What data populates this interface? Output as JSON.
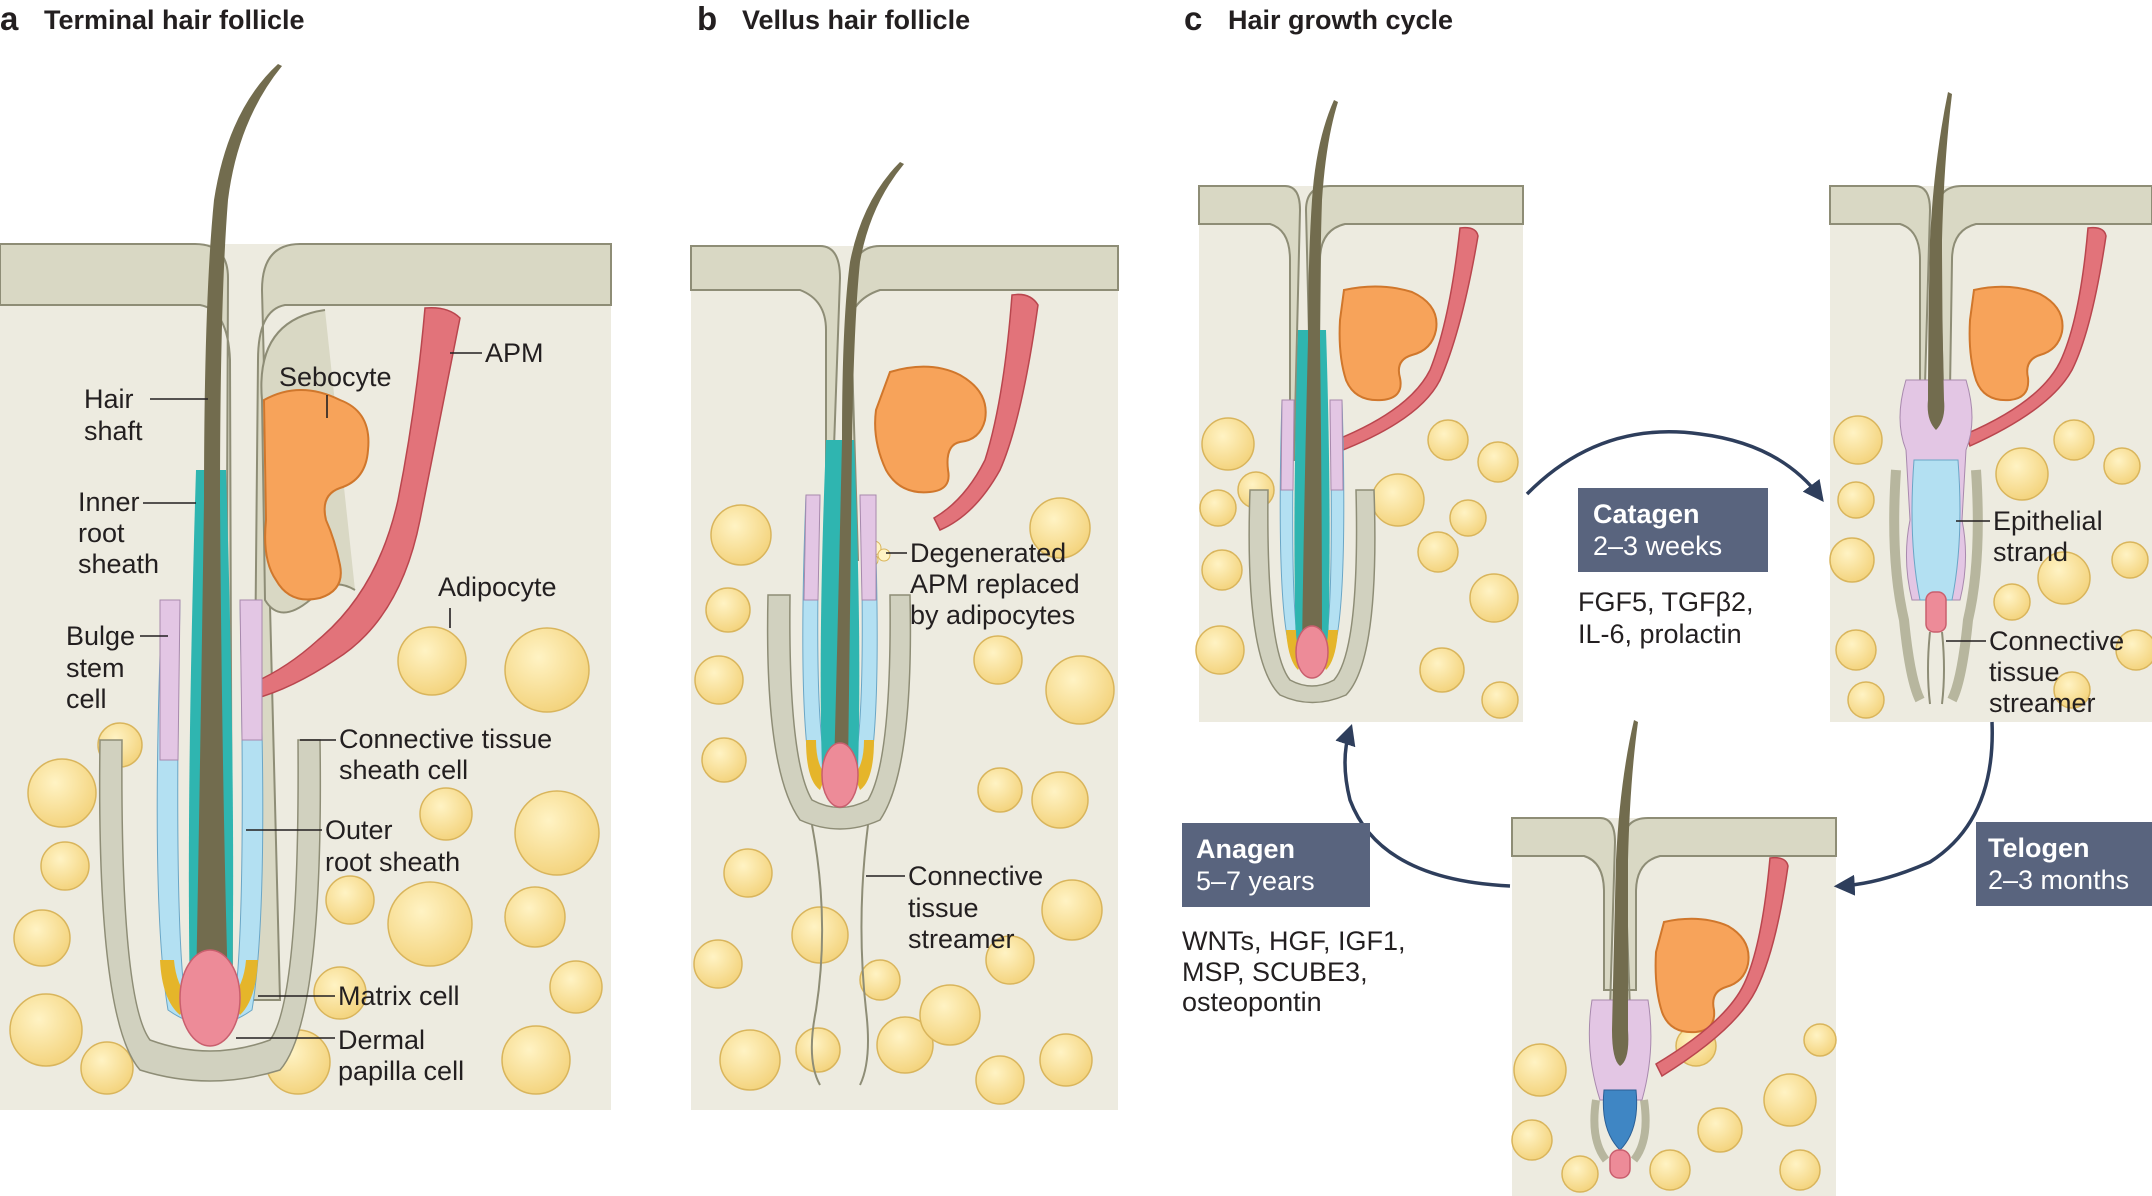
{
  "panels": {
    "a": {
      "letter": "a",
      "title": "Terminal hair follicle",
      "labels": {
        "hair_shaft": [
          "Hair",
          "shaft"
        ],
        "inner_root_sheath": [
          "Inner",
          "root",
          "sheath"
        ],
        "bulge_stem_cell": [
          "Bulge",
          "stem",
          "cell"
        ],
        "sebocyte": [
          "Sebocyte"
        ],
        "apm": [
          "APM"
        ],
        "adipocyte": [
          "Adipocyte"
        ],
        "connective_tissue_sheath_cell": [
          "Connective tissue",
          "sheath cell"
        ],
        "outer_root_sheath": [
          "Outer",
          "root sheath"
        ],
        "matrix_cell": [
          "Matrix cell"
        ],
        "dermal_papilla_cell": [
          "Dermal",
          "papilla cell"
        ]
      }
    },
    "b": {
      "letter": "b",
      "title": "Vellus hair follicle",
      "labels": {
        "degenerated_apm": [
          "Degenerated",
          "APM replaced",
          "by adipocytes"
        ],
        "connective_tissue_streamer": [
          "Connective",
          "tissue",
          "streamer"
        ]
      }
    },
    "c": {
      "letter": "c",
      "title": "Hair growth cycle",
      "labels": {
        "epithelial_strand": [
          "Epithelial",
          "strand"
        ],
        "connective_tissue_streamer": [
          "Connective",
          "tissue",
          "streamer"
        ]
      },
      "phases": {
        "catagen": {
          "name": "Catagen",
          "duration": "2–3 weeks",
          "factors": [
            "FGF5, TGFβ2,",
            "IL-6, prolactin"
          ]
        },
        "telogen": {
          "name": "Telogen",
          "duration": "2–3 months"
        },
        "anagen": {
          "name": "Anagen",
          "duration": "5–7 years",
          "factors": [
            "WNTs, HGF, IGF1,",
            "MSP, SCUBE3,",
            "osteopontin"
          ]
        }
      }
    }
  },
  "colors": {
    "skin": "#d9d8c4",
    "dermis": "#edebe0",
    "adipocyte": "#f7dc8a",
    "hair": "#726c4e",
    "inner_root_sheath": "#2fb5b0",
    "outer_root_sheath": "#b3e0f2",
    "bulge": "#e3c6e4",
    "connective_sheath": "#d1d1bf",
    "sebocyte": "#f7a35a",
    "apm": "#e2737a",
    "dermal_papilla": "#ed8b98",
    "matrix": "#e5b52a",
    "phase_box": "#59647e",
    "arrow": "#2e3e5c",
    "telogen_papilla": "#3f86c4"
  }
}
